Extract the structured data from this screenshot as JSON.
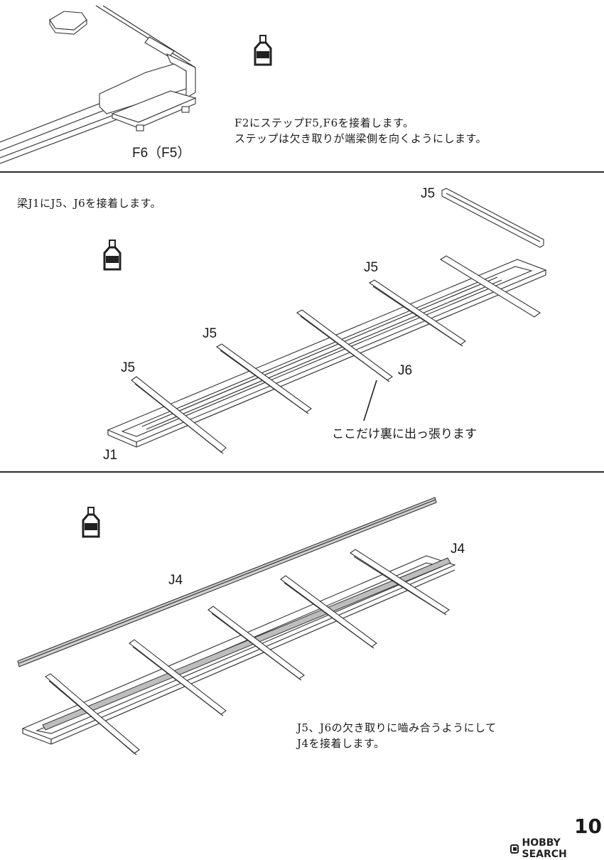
{
  "section1": {
    "instruction_line1": "F2にステップF5,F6を接着します。",
    "instruction_line2": "ステップは欠き取りが端梁側を向くようにします。",
    "part_label": "F6（F5）"
  },
  "section2": {
    "instruction": "梁J1にJ5、J6を接着します。",
    "labels": {
      "j5_loose": "J5",
      "j5_right": "J5",
      "j5_middle": "J5",
      "j5_left": "J5",
      "j6": "J6",
      "j1": "J1"
    },
    "note": "ここだけ裏に出っ張ります"
  },
  "section3": {
    "labels": {
      "j4_rail": "J4",
      "j4_frame": "J4"
    },
    "instruction_line1": "J5、J6の欠き取りに嚙み合うようにして",
    "instruction_line2": "J4を接着します。"
  },
  "footer": {
    "page_number": "10",
    "watermark": "HOBBY SEARCH"
  },
  "icons": [
    "glue-bottle-icon",
    "glue-bottle-icon",
    "glue-bottle-icon"
  ]
}
